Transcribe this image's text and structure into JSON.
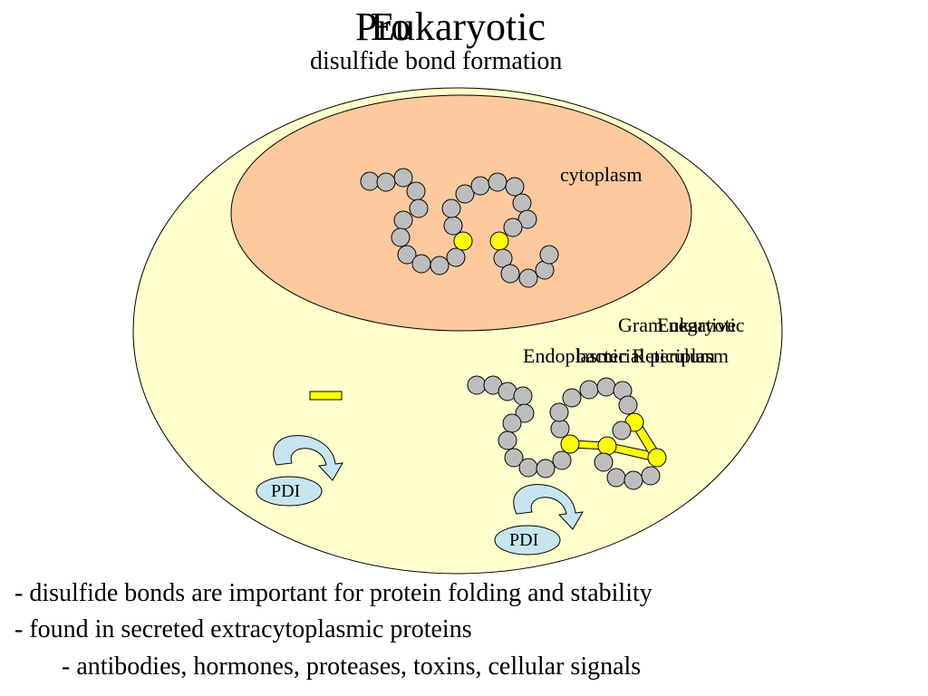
{
  "title": {
    "overlay_a": "Pro",
    "overlay_b": "Eukaryotic",
    "subtitle": "disulfide bond formation"
  },
  "compartments": {
    "inner_label": "cytoplasm",
    "outer_label_line1_a": "Gram negative",
    "outer_label_line1_b": "Eukaryotic",
    "outer_label_line2_a": "bacterial periplasm",
    "outer_label_line2_b": "Endoplasmic Reticulum",
    "inner_fill": "#fdc99d",
    "outer_fill": "#ffffcc"
  },
  "enzymes": {
    "pdi_left": "PDI",
    "pdi_right": "PDI",
    "enzyme_fill": "#c7e5f0"
  },
  "residue_colors": {
    "residue": "#bdbdbd",
    "cysteine": "#ffff00",
    "bond": "#ffff00"
  },
  "bullets": {
    "line1": "- disulfide bonds are important for protein folding and stability",
    "line2": "- found in secreted extracytoplasmic proteins",
    "line3": "- antibodies, hormones, proteases, toxins, cellular signals"
  }
}
